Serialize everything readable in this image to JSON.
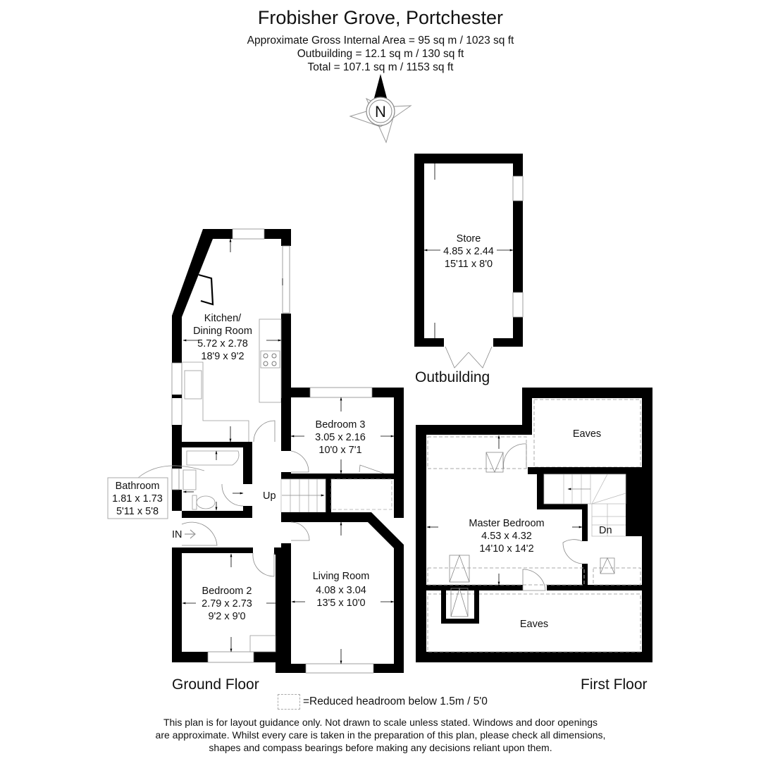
{
  "header": {
    "title": "Frobisher Grove, Portchester",
    "area_lines": [
      "Approximate Gross Internal Area = 95 sq m / 1023 sq ft",
      "Outbuilding = 12.1 sq m / 130 sq ft",
      "Total = 107.1 sq m / 1153 sq ft"
    ]
  },
  "compass": {
    "label": "N",
    "icon": "compass-rose-icon"
  },
  "ground_floor": {
    "label": "Ground Floor",
    "rooms": [
      {
        "name_l1": "Kitchen/",
        "name_l2": "Dining Room",
        "metric": "5.72 x 2.78",
        "imperial": "18'9 x 9'2"
      },
      {
        "name": "Bedroom 3",
        "metric": "3.05 x 2.16",
        "imperial": "10'0 x 7'1"
      },
      {
        "name": "Bathroom",
        "metric": "1.81 x 1.73",
        "imperial": "5'11 x 5'8"
      },
      {
        "name": "Bedroom 2",
        "metric": "2.79 x 2.73",
        "imperial": "9'2 x 9'0"
      },
      {
        "name": "Living Room",
        "metric": "4.08 x 3.04",
        "imperial": "13'5 x 10'0"
      }
    ],
    "stairs_label": "Up",
    "entrance_label": "IN"
  },
  "outbuilding": {
    "label": "Outbuilding",
    "rooms": [
      {
        "name": "Store",
        "metric": "4.85 x 2.44",
        "imperial": "15'11 x 8'0"
      }
    ]
  },
  "first_floor": {
    "label": "First Floor",
    "rooms": [
      {
        "name": "Master Bedroom",
        "metric": "4.53 x 4.32",
        "imperial": "14'10 x 14'2"
      },
      {
        "name": "Eaves"
      },
      {
        "name": "Eaves"
      }
    ],
    "stairs_label": "Dn"
  },
  "legend": {
    "text": "=Reduced headroom below 1.5m / 5'0"
  },
  "disclaimer": {
    "lines": [
      "This plan is for layout guidance only. Not drawn to scale unless stated. Windows and door openings",
      "are approximate. Whilst every care is taken in the preparation of this plan, please check all dimensions,",
      "shapes and compass bearings before making any decisions reliant upon them."
    ]
  },
  "colors": {
    "wall": "#000000",
    "line": "#888888",
    "dashed": "#aaaaaa",
    "text": "#111111"
  }
}
